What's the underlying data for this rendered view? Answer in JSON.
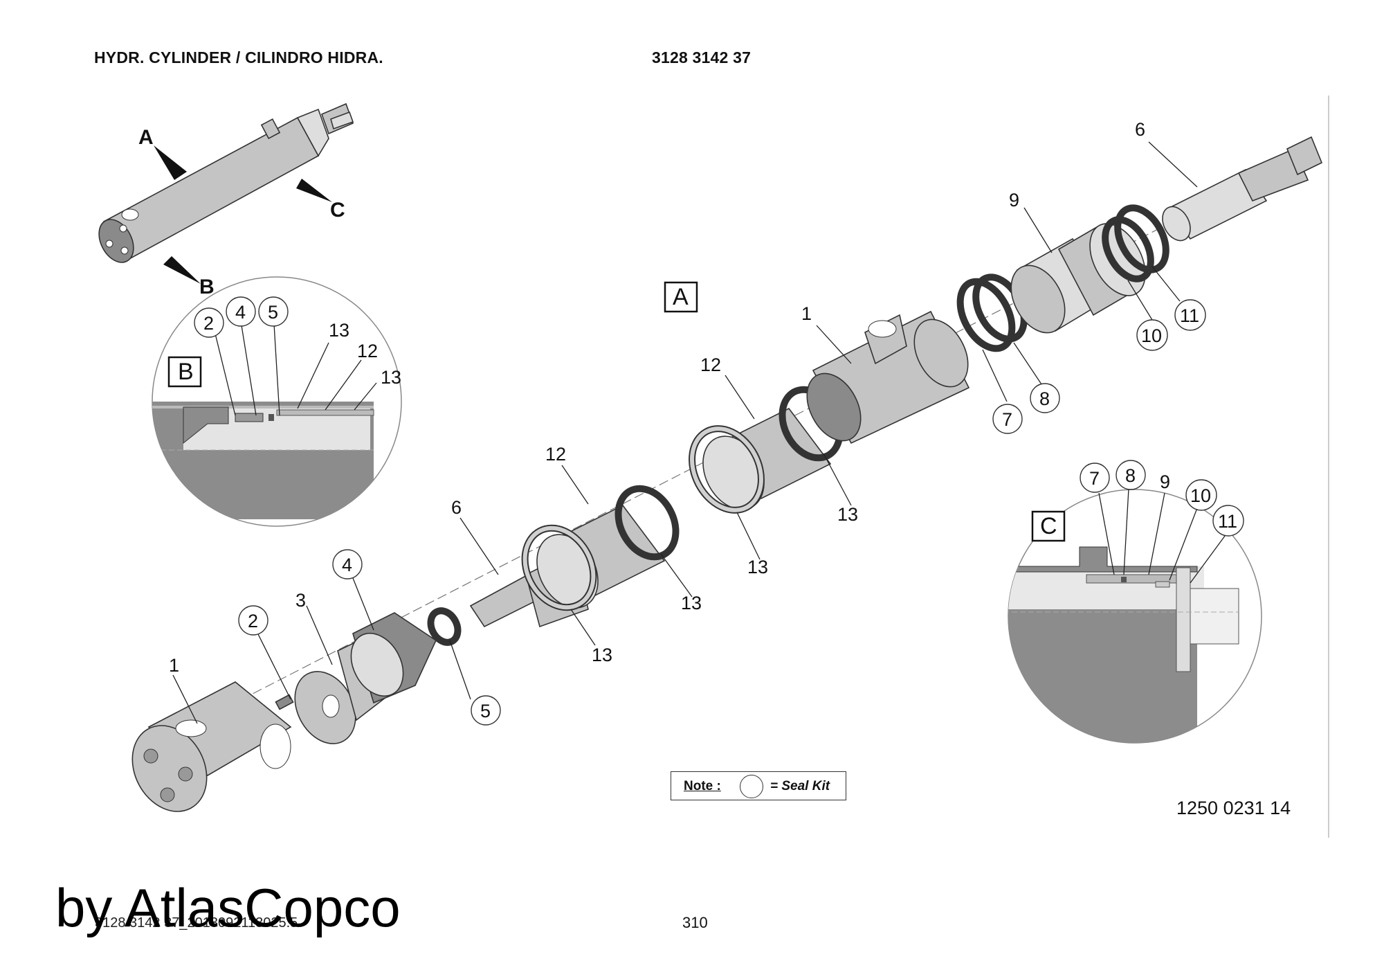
{
  "header": {
    "title": "HYDR. CYLINDER / CILINDRO HIDRA.",
    "part_code": "3128 3142 37"
  },
  "views": {
    "overview": {
      "callouts": [
        "A",
        "B",
        "C"
      ]
    },
    "exploded": {
      "box_label": "A"
    },
    "detail_b": {
      "box_label": "B"
    },
    "detail_c": {
      "box_label": "C"
    }
  },
  "labels": {
    "p1": "1",
    "p2": "2",
    "p3": "3",
    "p4": "4",
    "p5": "5",
    "p6": "6",
    "p7": "7",
    "p8": "8",
    "p9": "9",
    "p10": "10",
    "p11": "11",
    "p12": "12",
    "p13": "13"
  },
  "note": {
    "label": "Note :",
    "text": "= Seal Kit"
  },
  "drawing_number": "1250 0231 14",
  "footer": {
    "page_number": "310",
    "reference": "3128 3142 37_2013092113025.5",
    "watermark": "by AtlasCopco"
  }
}
